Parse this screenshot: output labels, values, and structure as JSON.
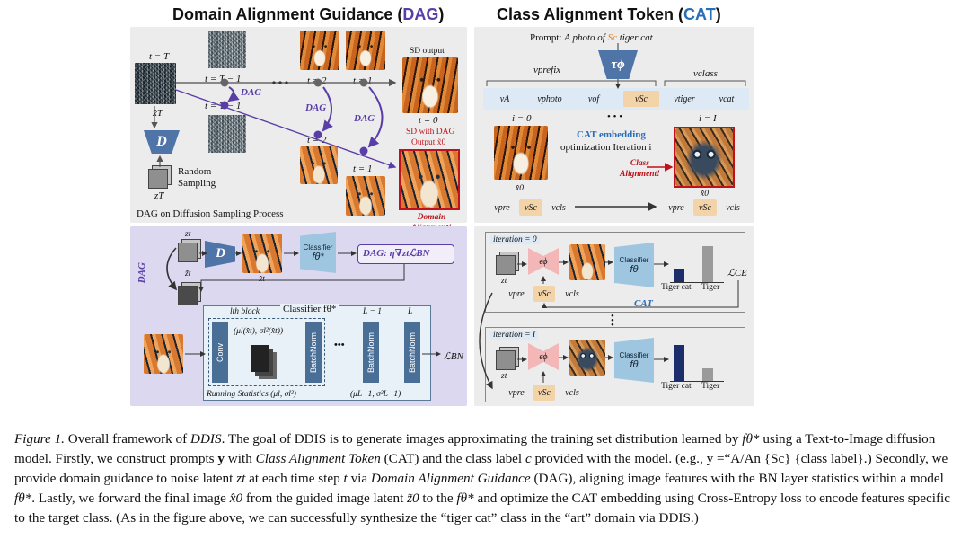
{
  "dag": {
    "title_main": "Domain Alignment Guidance (",
    "title_abbr": "DAG",
    "title_close": ")",
    "t_T": "t = T",
    "t_T1_a": "t = T − 1",
    "t_T1_b": "t = T − 1",
    "t_2_a": "t = 2",
    "t_1_a": "t = 1",
    "t_2_b": "t = 2",
    "t_1_b": "t = 1",
    "t_0": "t = 0",
    "dag_label": "DAG",
    "xhat_T": "x̂T",
    "d_symbol": "D",
    "z_T": "zT",
    "random_sampling": "Random\nSampling",
    "sd_output": "SD output",
    "sd_with_dag": "SD with DAG",
    "output_x0": "Output x̃0",
    "domain_alignment": "Domain\nAlignment!",
    "process_label": "DAG on Diffusion Sampling Process"
  },
  "cat": {
    "title_main": "Class Alignment Token (",
    "title_abbr": "CAT",
    "title_close": ")",
    "prompt_label": "Prompt:",
    "prompt_text": "A photo of",
    "prompt_sc": "Sc",
    "prompt_end": "tiger cat",
    "tau": "τϕ",
    "v_prefix": "vprefix",
    "v_class": "vclass",
    "tokens": [
      "vA",
      "vphoto",
      "vof",
      "vSc",
      "vtiger",
      "vcat"
    ],
    "iter_0": "i = 0",
    "iter_I": "i = I",
    "dots": "• • •",
    "cat_embedding": "CAT embedding",
    "optimization_iter": "optimization Iteration i",
    "class_alignment": "Class\nAlignment!",
    "x0_hat": "x̂0",
    "bottom_tokens_left": [
      "vpre",
      "vSc",
      "vcls"
    ],
    "bottom_tokens_right": [
      "vpre",
      "vSc",
      "vcls"
    ]
  },
  "bn": {
    "z_t": "zt",
    "z_tilde_t": "z̃t",
    "x_hat_t": "x̂t",
    "classifier_small": "Classifier",
    "f_theta": "fθ*",
    "dag_formula": "DAG: η∇ztℒBN",
    "dag_side": "DAG",
    "l_block": "lth block",
    "classifier_label": "Classifier fθ*",
    "L_minus_1": "L − 1",
    "L": "L",
    "conv": "Conv",
    "batchnorm": "BatchNorm",
    "stats_formula": "(μl(x̂t), σl²(x̂t))",
    "running_stats": "Running Statistics (μl, σl²)",
    "running_stats2": "(μL−1, σ²L−1)",
    "loss_bn": "ℒBN",
    "ellipsis": "•••"
  },
  "iter": {
    "iteration_0": "iteration = 0",
    "iteration_I": "iteration = I",
    "eps": "ϵϕ",
    "z_t": "zt",
    "classifier": "Classifier",
    "f_theta": "fθ",
    "tiger_cat": "Tiger cat",
    "tiger": "Tiger",
    "loss_ce": "ℒCE",
    "cat": "CAT",
    "tokens": [
      "vpre",
      "vSc",
      "vcls"
    ],
    "bars_iter0": [
      0.38,
      1.0
    ],
    "bars_iterI": [
      1.0,
      0.35
    ]
  },
  "caption": {
    "fig_label": "Figure 1.",
    "sentence1_a": " Overall framework of ",
    "ddis_italic": "DDIS",
    "sentence1_b": ". The goal of DDIS is to generate images approximating the training set distribution learned by ",
    "f_star": "fθ*",
    "line2_a": " using a Text-to-Image diffusion model. Firstly, we construct prompts ",
    "y_bold": "y",
    "line2_b": " with ",
    "cat_italic": "Class Alignment Token",
    "line2_c": " (CAT) and the class label ",
    "c_italic": "c",
    "line2_d": " provided with the model. (e.g., ",
    "example": "y =“A/An {Sc} {class label}.",
    "line3_a": ") Secondly, we provide domain guidance to noise latent ",
    "zt": "zt",
    "line3_b": " at each time step ",
    "t": "t",
    "line3_c": " via ",
    "dag_italic": "Domain Alignment Guidance",
    "line4_a": " (DAG), aligning image features with the BN layer statistics within a model ",
    "line4_b": ". Lastly, we forward the final image ",
    "x0": "x̂0",
    "line4_c": " from the guided image latent ",
    "z0": "z̃0",
    "line4_d": " to the ",
    "line4_e": " and optimize the CAT embedding using Cross-Entropy loss to encode features specific to the target class. (As in the figure above, we can successfully synthesize the “tiger cat” class in the “art” domain via DDIS.)"
  },
  "colors": {
    "panel_gray": "#eaeaea",
    "panel_purple": "#ddd9f0",
    "accent_purple": "#5a3ea8",
    "accent_blue": "#2a6db8",
    "accent_red": "#c0121a",
    "bar_navy": "#1b2d6b",
    "bar_gray": "#9a9a9a"
  }
}
